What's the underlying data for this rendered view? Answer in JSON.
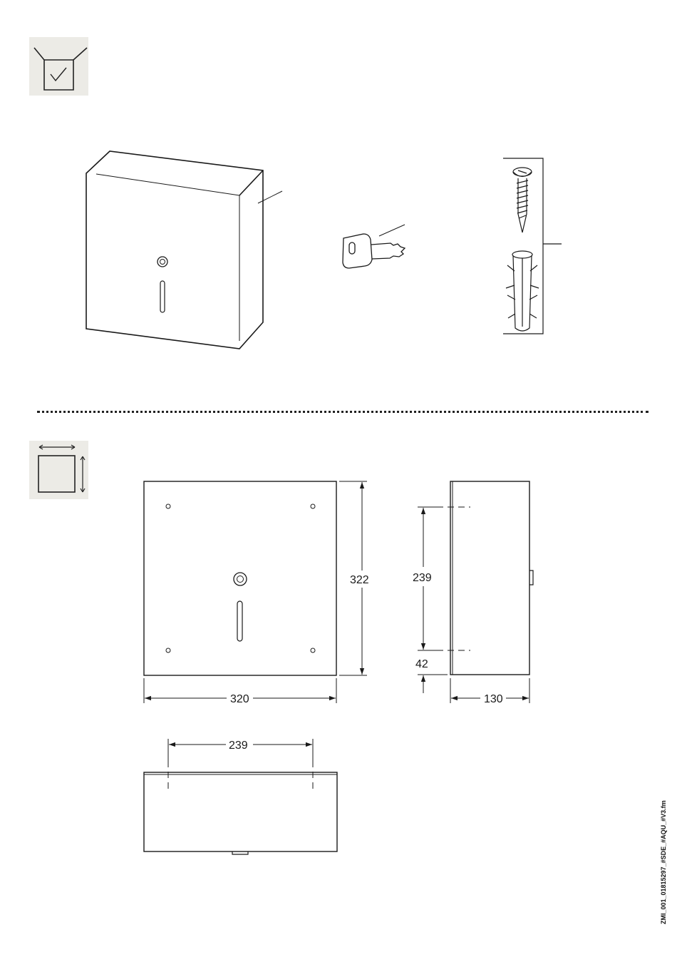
{
  "sections": {
    "scope_of_delivery_icon": "box-with-check-icon",
    "dimensions_icon": "dimensions-icon"
  },
  "dimensions": {
    "front_height": "322",
    "front_width": "320",
    "side_mount_spacing": "239",
    "side_bottom_offset": "42",
    "side_depth": "130",
    "top_mount_spacing": "239"
  },
  "file_label": "ZMI_001_01815297_#SDE_#AQU_#V3.fm",
  "colors": {
    "icon_background": "#ecebe6",
    "line": "#1a1a1a"
  }
}
